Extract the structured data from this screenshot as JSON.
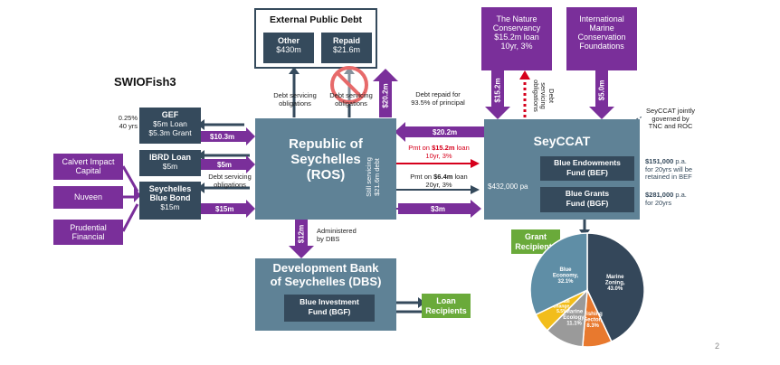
{
  "swiofish3": "SWIOFish3",
  "ext_debt": {
    "title": "External Public Debt",
    "other_label": "Other",
    "other_value": "$430m",
    "repaid_label": "Repaid",
    "repaid_value": "$21.6m"
  },
  "ros": {
    "line1": "Republic of",
    "line2": "Seychelles",
    "line3": "(ROS)"
  },
  "gef": {
    "title": "GEF",
    "line1": "$5m Loan",
    "line2": "$5.3m Grant",
    "rate": "0.25%",
    "term": "40 yrs"
  },
  "ibrd": {
    "title": "IBRD Loan",
    "value": "$5m"
  },
  "bond": {
    "line1": "Seychelles",
    "line2": "Blue Bond",
    "value": "$15m"
  },
  "investors": [
    "Calvert Impact Capital",
    "Nuveen",
    "Prudential Financial"
  ],
  "tnc": {
    "line1": "The Nature",
    "line2": "Conservancy",
    "line3": "$15.2m loan",
    "line4": "10yr, 3%"
  },
  "imcf": {
    "line1": "International",
    "line2": "Marine",
    "line3": "Conservation",
    "line4": "Foundations"
  },
  "seycat": {
    "title": "SeyCCAT",
    "bef_line1": "Blue Endowments",
    "bef_line2": "Fund (BEF)",
    "bgf_line1": "Blue Grants",
    "bgf_line2": "Fund (BGF)",
    "pa": "$432,000 pa"
  },
  "dbs": {
    "line1": "Development Bank",
    "line2": "of Seychelles (DBS)",
    "bif_line1": "Blue Investment",
    "bif_line2": "Fund (BGF)"
  },
  "loan_recipients": {
    "line1": "Loan",
    "line2": "Recipients"
  },
  "grant_recipients": {
    "line1": "Grant",
    "line2": "Recipients"
  },
  "labels": {
    "dso1_l1": "Debt servicing",
    "dso1_l2": "obligations",
    "dso2_l1": "Debt servicing",
    "dso2_l2": "obligations",
    "dso3_l1": "Debt servicing",
    "dso3_l2": "obligations",
    "debt_repaid_l1": "Debt repaid for",
    "debt_repaid_l2": "93.5% of principal",
    "pmt1_pre": "Pmt on ",
    "pmt1_amt": "$15.2m",
    "pmt1_post": " loan",
    "pmt1_terms": "10yr, 3%",
    "pmt2_pre": "Pmt on ",
    "pmt2_amt": "$6.4m",
    "pmt2_post": " loan",
    "pmt2_terms": "20yr, 3%",
    "still_l1": "Still servicing",
    "still_l2": "$21.6m debt",
    "debt_so_l1": "Debt",
    "debt_so_l2": "servicing",
    "debt_so_l3": "obligations",
    "admin_l1": "Administered",
    "admin_l2": "by DBS",
    "gov_l1": "SeyCCAT jointly",
    "gov_l2": "governed by",
    "gov_l3": "TNC and ROC",
    "bef_note_amt": "$151,000",
    "bef_note_l1": " p.a.",
    "bef_note_l2": "for 20yrs will be",
    "bef_note_l3": "retained in BEF",
    "bgf_note_amt": "$281,000",
    "bgf_note_l1": " p.a.",
    "bgf_note_l2": "for 20yrs"
  },
  "arrows": {
    "a20_2_up": "$20.2m",
    "a20_2_left": "$20.2m",
    "a10_3": "$10.3m",
    "a5m": "$5m",
    "a15m": "$15m",
    "a3m": "$3m",
    "a12m": "$12m",
    "a15_2": "$15.2m",
    "a5_0": "$5.0m"
  },
  "page_number": "2",
  "chart_data": {
    "type": "pie",
    "categories": [
      "Marine Zoning",
      "Fishing Sector",
      "Marine Ecology",
      "Climate Change",
      "Blue Economy"
    ],
    "values": [
      43.0,
      8.3,
      11.1,
      5.5,
      32.1
    ],
    "slice_labels": [
      {
        "l1": "Marine",
        "l2": "Zoning,",
        "l3": "43.0%"
      },
      {
        "l1": "Fishing",
        "l2": "Sector,",
        "l3": "8.3%"
      },
      {
        "l1": "Marine",
        "l2": "Ecology,",
        "l3": "11.1%"
      },
      {
        "l1": "Climate",
        "l2": "Change,",
        "l3": "5.5%"
      },
      {
        "l1": "Blue",
        "l2": "Economy,",
        "l3": "32.1%"
      }
    ],
    "colors": [
      "#34475a",
      "#e8792e",
      "#9a9a9a",
      "#f2bd1b",
      "#5f8ea6"
    ]
  }
}
